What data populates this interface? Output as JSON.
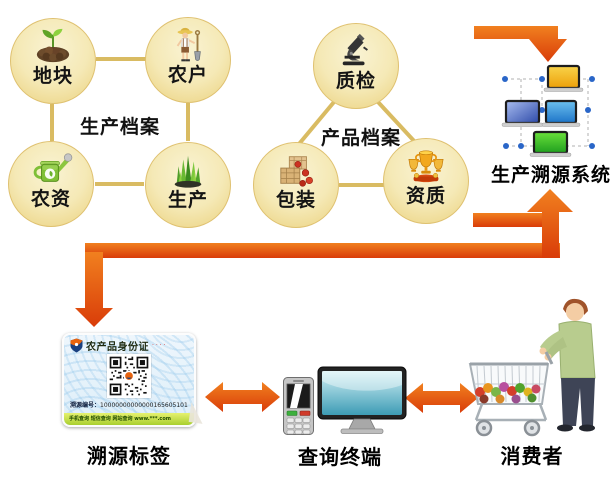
{
  "colors": {
    "arrow": "#e2480c",
    "node_fill": "#f4e8b4",
    "connector_line": "#d9bb62",
    "system_screen_orange": "#f0a818",
    "system_screen_blue_dark": "#3050b0",
    "system_screen_blue_light": "#1d74c8",
    "system_screen_green": "#27ad27",
    "card_footer_green": "#a9cf2f"
  },
  "production_cluster": {
    "center_label": "生产档案",
    "items": [
      {
        "label": "地块"
      },
      {
        "label": "农户"
      },
      {
        "label": "农资"
      },
      {
        "label": "生产"
      }
    ]
  },
  "product_cluster": {
    "center_label": "产品档案",
    "items": [
      {
        "label": "质检"
      },
      {
        "label": "包装"
      },
      {
        "label": "资质"
      }
    ]
  },
  "system": {
    "label": "生产溯源系统"
  },
  "trace_label": {
    "caption": "溯源标签",
    "card": {
      "title": "农产品身份证",
      "title_suffix": "· · · ·",
      "code_label": "溯源编号：",
      "code_value": "10000000000000165605101",
      "footer": "手机查询 短信查询 网站查询 www.***.com"
    }
  },
  "terminal": {
    "caption": "查询终端"
  },
  "consumer": {
    "caption": "消费者"
  }
}
